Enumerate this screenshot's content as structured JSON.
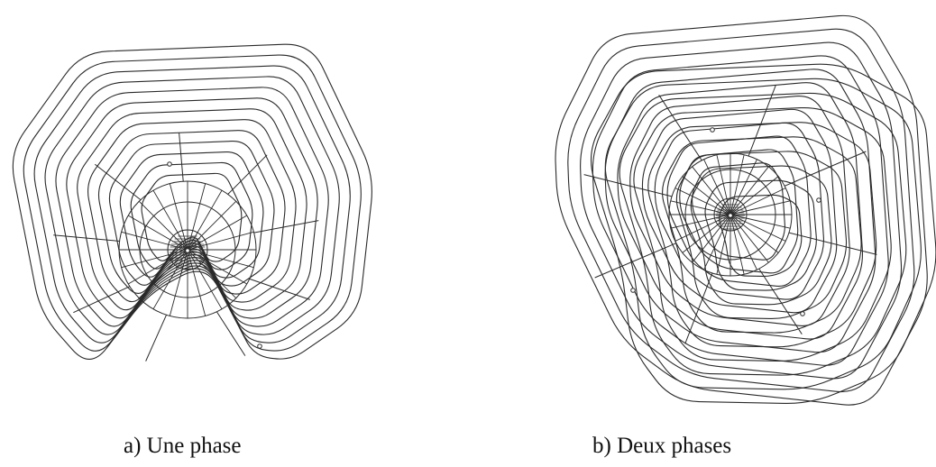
{
  "figure": {
    "panels": [
      {
        "caption": "a) Une phase",
        "phase_count": 1,
        "line_color": "#2a2a2a"
      },
      {
        "caption": "b) Deux phases",
        "phase_count": 2,
        "line_color": "#2a2a2a"
      }
    ]
  }
}
